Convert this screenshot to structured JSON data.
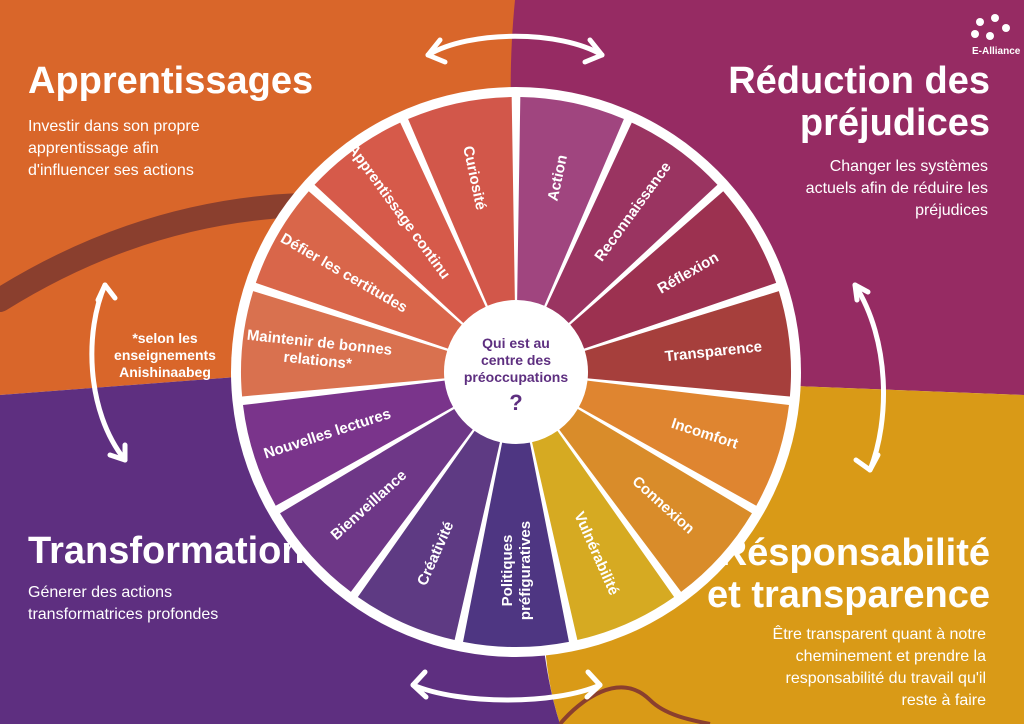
{
  "colors": {
    "orange": "#D9662A",
    "magenta": "#962B63",
    "purple": "#5E2F80",
    "gold": "#D99A17",
    "brown": "#8A3F2E"
  },
  "logo": {
    "icon": "people-circle-icon",
    "text": "E-Alliance"
  },
  "quadrants": {
    "apprentissages": {
      "title": "Apprentissages",
      "desc": [
        "Investir dans son propre",
        "apprentissage afin",
        "d'influencer ses actions"
      ]
    },
    "reduction": {
      "title": [
        "Réduction des",
        "préjudices"
      ],
      "desc": [
        "Changer les systèmes",
        "actuels afin de réduire les",
        "préjudices"
      ]
    },
    "transformation": {
      "title": "Transformation",
      "desc": [
        "Génerer des actions",
        "transformatrices profondes"
      ]
    },
    "responsabilite": {
      "title": [
        "Résponsabilité",
        "et transparence"
      ],
      "desc": [
        "Être transparent quant à notre",
        "cheminement et prendre la",
        "responsabilité du travail qu'il",
        "reste à faire"
      ]
    }
  },
  "note": [
    "*selon les",
    "enseignements",
    "Anishinaabeg"
  ],
  "center": {
    "lines": [
      "Qui est au",
      "centre des",
      "préoccupations"
    ],
    "mark": "?"
  },
  "segments": [
    {
      "label": [
        "Action"
      ],
      "color": "#A0457F"
    },
    {
      "label": [
        "Reconnaissance"
      ],
      "color": "#9A3461"
    },
    {
      "label": [
        "Réflexion"
      ],
      "color": "#9C3150"
    },
    {
      "label": [
        "Transparence"
      ],
      "color": "#A63F3C"
    },
    {
      "label": [
        "Incomfort"
      ],
      "color": "#DF8530"
    },
    {
      "label": [
        "Connexion"
      ],
      "color": "#D98C2A"
    },
    {
      "label": [
        "Vulnérabilité"
      ],
      "color": "#D6AA22"
    },
    {
      "label": [
        "Politiques",
        "préfiguratives"
      ],
      "color": "#4E3682"
    },
    {
      "label": [
        "Créativité"
      ],
      "color": "#5E3A83"
    },
    {
      "label": [
        "Bienveillance"
      ],
      "color": "#6E3787"
    },
    {
      "label": [
        "Nouvelles lectures"
      ],
      "color": "#7A348B"
    },
    {
      "label": [
        "Maintenir de bonnes",
        "relations*"
      ],
      "color": "#D9714F"
    },
    {
      "label": [
        "Défier les certitudes"
      ],
      "color": "#D9664A"
    },
    {
      "label": [
        "Apprentissage continu"
      ],
      "color": "#D65A4A"
    },
    {
      "label": [
        "Curiosité"
      ],
      "color": "#D2574A"
    }
  ]
}
